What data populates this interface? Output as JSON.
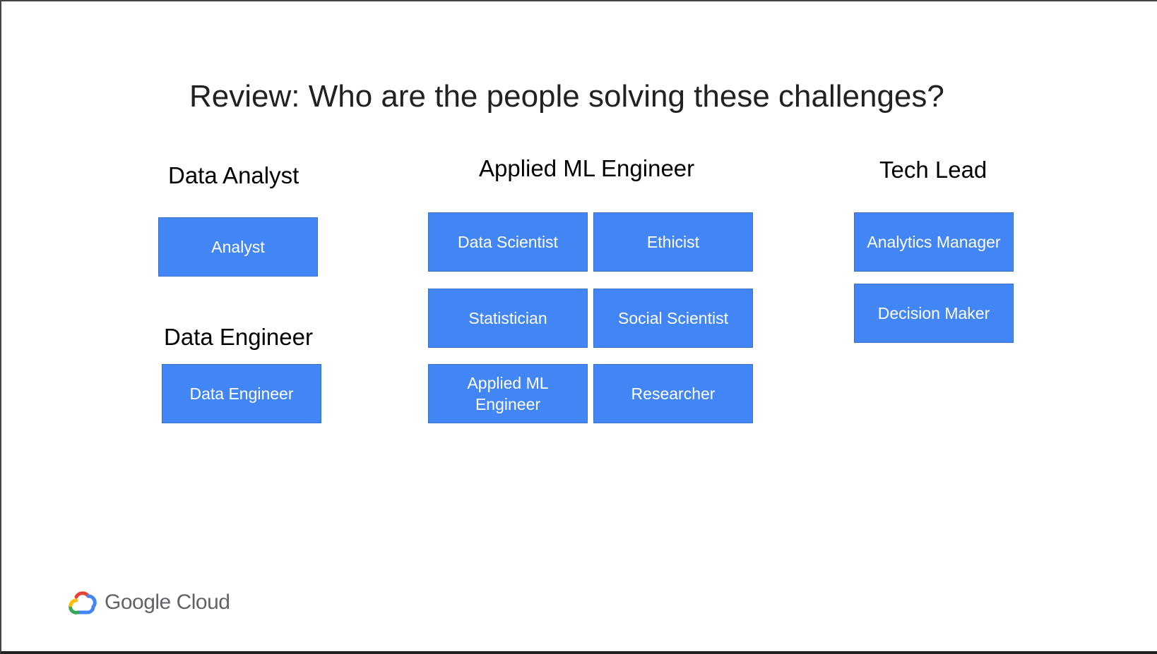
{
  "slide": {
    "title": "Review: Who are the people solving these challenges?"
  },
  "groups": {
    "data_analyst": {
      "heading": "Data Analyst",
      "roles": [
        "Analyst"
      ]
    },
    "data_engineer": {
      "heading": "Data Engineer",
      "roles": [
        "Data Engineer"
      ]
    },
    "applied_ml_engineer": {
      "heading": "Applied ML Engineer",
      "roles": [
        "Data Scientist",
        "Ethicist",
        "Statistician",
        "Social Scientist",
        "Applied ML Engineer",
        "Researcher"
      ]
    },
    "tech_lead": {
      "heading": "Tech Lead",
      "roles": [
        "Analytics Manager",
        "Decision Maker"
      ]
    }
  },
  "branding": {
    "logo_icon": "google-cloud-logo-icon",
    "logo_text": "Google Cloud"
  },
  "colors": {
    "box_fill": "#4285f4",
    "box_text": "#ffffff",
    "title_text": "#202124",
    "logo_text": "#5f6368"
  }
}
